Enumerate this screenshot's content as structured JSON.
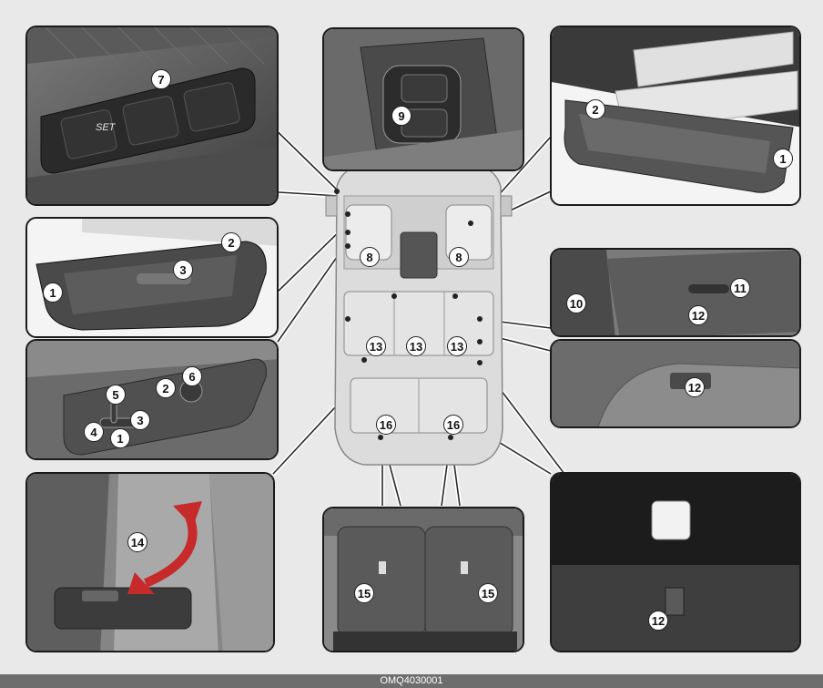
{
  "callouts": {
    "p_memory": [
      "7"
    ],
    "p_lumbar": [
      "9"
    ],
    "p_topright": [
      "2",
      "1"
    ],
    "p_side": [
      "2",
      "3",
      "1"
    ],
    "p_switches": [
      "5",
      "2",
      "6",
      "3",
      "4",
      "1"
    ],
    "p_second_row": [
      "11",
      "10",
      "12"
    ],
    "p_second_row_lower": [
      "12"
    ],
    "p_armrest": [
      "14"
    ],
    "p_cargo": [
      "15",
      "15"
    ],
    "p_third_row": [
      "12"
    ],
    "car": [
      "8",
      "8",
      "13",
      "13",
      "13",
      "16",
      "16"
    ]
  },
  "memory_buttons": {
    "set_label": "SET"
  },
  "footer": {
    "code": "OMQ4030001"
  },
  "colors": {
    "arrow_red": "#c62a2a",
    "panel_border": "#1a1a1a",
    "footer_bg": "#6d6d6d"
  }
}
